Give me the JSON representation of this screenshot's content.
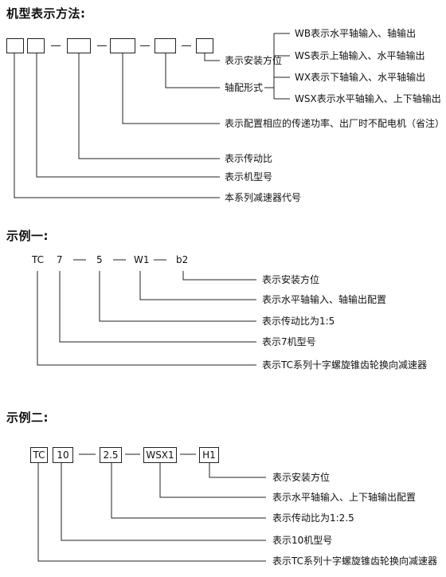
{
  "section1": {
    "title": "机型表示方法:",
    "labels": [
      "表示安装方位",
      "轴配形式",
      "表示配置相应的传递功率、出厂时不配电机（省注）",
      "表示传动比",
      "表示机型号",
      "本系列减速器代号"
    ],
    "shaft_options": [
      "WB表示水平轴输入、轴输出",
      "WS表示上轴输入、水平轴输出",
      "WX表示下轴输入、水平轴输出",
      "WSX表示水平轴输入、上下轴输出"
    ]
  },
  "section2": {
    "title": "示例一:",
    "codes": [
      "TC",
      "7",
      "5",
      "W1",
      "b2"
    ],
    "labels": [
      "表示安装方位",
      "表示水平轴输入、轴输出配置",
      "表示传动比为1:5",
      "表示7机型号",
      "表示TC系列十字螺旋锥齿轮换向减速器"
    ]
  },
  "section3": {
    "title": "示例二:",
    "codes": [
      "TC",
      "10",
      "2.5",
      "WSX1",
      "H1"
    ],
    "labels": [
      "表示安装方位",
      "表示水平轴输入、上下轴输出配置",
      "表示传动比为1:2.5",
      "表示10机型号",
      "表示TC系列十字螺旋锥齿轮换向减速器"
    ]
  }
}
